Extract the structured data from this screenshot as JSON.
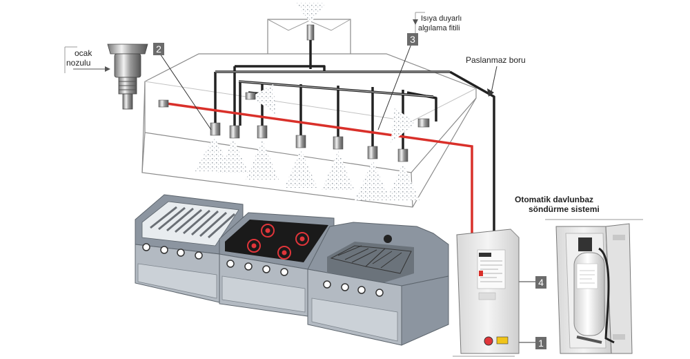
{
  "labels": {
    "nozzle_line1": "ocak",
    "nozzle_line2": "nozulu",
    "heat_line1": "Isıya duyarlı",
    "heat_line2": "algılama fitili",
    "pipe": "Paslanmaz boru",
    "system_line1": "Otomatik davlunbaz",
    "system_line2": "söndürme sistemi"
  },
  "badges": {
    "b1": "1",
    "b2": "2",
    "b3": "3",
    "b4": "4"
  },
  "colors": {
    "detection_line": "#d9302a",
    "pipe": "#222222",
    "hood_outline": "#888888",
    "appliance": "#8c95a0",
    "cooktop": "#1a1a1a",
    "burner": "#e0353a",
    "badge": "#6b6b6b"
  }
}
